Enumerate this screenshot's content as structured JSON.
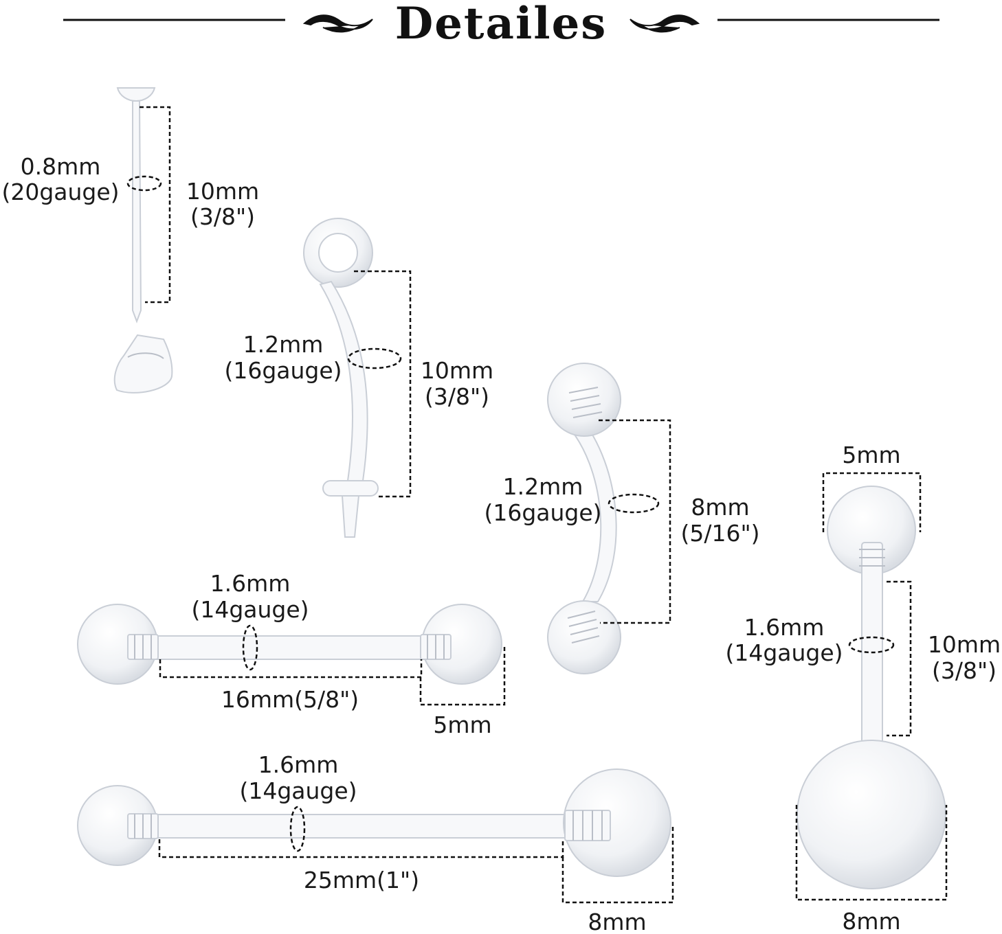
{
  "header": {
    "title": "Detailes"
  },
  "items": {
    "labret": {
      "gauge_mm": "0.8mm",
      "gauge": "(20gauge)",
      "length_mm": "10mm",
      "length_in": "(3/8\")"
    },
    "curved_labret": {
      "gauge_mm": "1.2mm",
      "gauge": "(16gauge)",
      "length_mm": "10mm",
      "length_in": "(3/8\")"
    },
    "curved_barbell": {
      "gauge_mm": "1.2mm",
      "gauge": "(16gauge)",
      "length_mm": "8mm",
      "length_in": "(5/16\")"
    },
    "belly_barbell": {
      "top_ball": "5mm",
      "gauge_mm": "1.6mm",
      "gauge": "(14gauge)",
      "length_mm": "10mm",
      "length_in": "(3/8\")",
      "bottom_ball": "8mm"
    },
    "tongue_barbell": {
      "gauge_mm": "1.6mm",
      "gauge": "(14gauge)",
      "length": "16mm(5/8\")",
      "ball": "5mm"
    },
    "industrial_barbell": {
      "gauge_mm": "1.6mm",
      "gauge": "(14gauge)",
      "length": "25mm(1\")",
      "ball": "8mm"
    }
  }
}
